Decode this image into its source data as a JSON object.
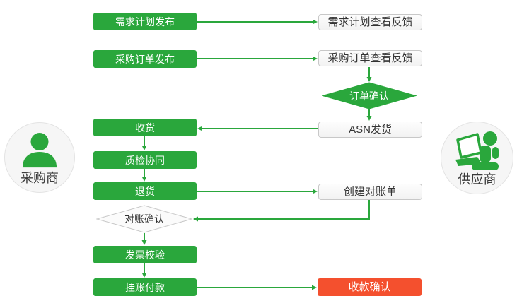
{
  "colors": {
    "green": "#2aa73c",
    "red": "#f4502e",
    "white_box_border": "#c8c8c8",
    "white_box_bg": "#fdfdfd",
    "text_dark": "#333333",
    "text_light": "#ffffff",
    "circle_bg": "#f6f6f6",
    "circle_border": "#e3e3e3"
  },
  "icons": {
    "buyer": "person-silhouette",
    "supplier": "person-with-laptop"
  },
  "actors": {
    "buyer": {
      "label": "采购商"
    },
    "supplier": {
      "label": "供应商"
    }
  },
  "nodes": {
    "demand_plan_publish": {
      "label": "需求计划发布",
      "type": "process-green"
    },
    "po_publish": {
      "label": "采购订单发布",
      "type": "process-green"
    },
    "receive": {
      "label": "收货",
      "type": "process-green"
    },
    "quality_check": {
      "label": "质检协同",
      "type": "process-green"
    },
    "return_goods": {
      "label": "退货",
      "type": "process-green"
    },
    "invoice_verify": {
      "label": "发票校验",
      "type": "process-green"
    },
    "payment_on_account": {
      "label": "挂账付款",
      "type": "process-green"
    },
    "demand_plan_feedback": {
      "label": "需求计划查看反馈",
      "type": "process-white"
    },
    "po_feedback": {
      "label": "采购订单查看反馈",
      "type": "process-white"
    },
    "asn_ship": {
      "label": "ASN发货",
      "type": "process-white"
    },
    "create_statement": {
      "label": "创建对账单",
      "type": "process-white"
    },
    "order_confirm": {
      "label": "订单确认",
      "type": "decision-green"
    },
    "statement_confirm": {
      "label": "对账确认",
      "type": "decision-white"
    },
    "receipt_confirm": {
      "label": "收款确认",
      "type": "process-red"
    }
  }
}
